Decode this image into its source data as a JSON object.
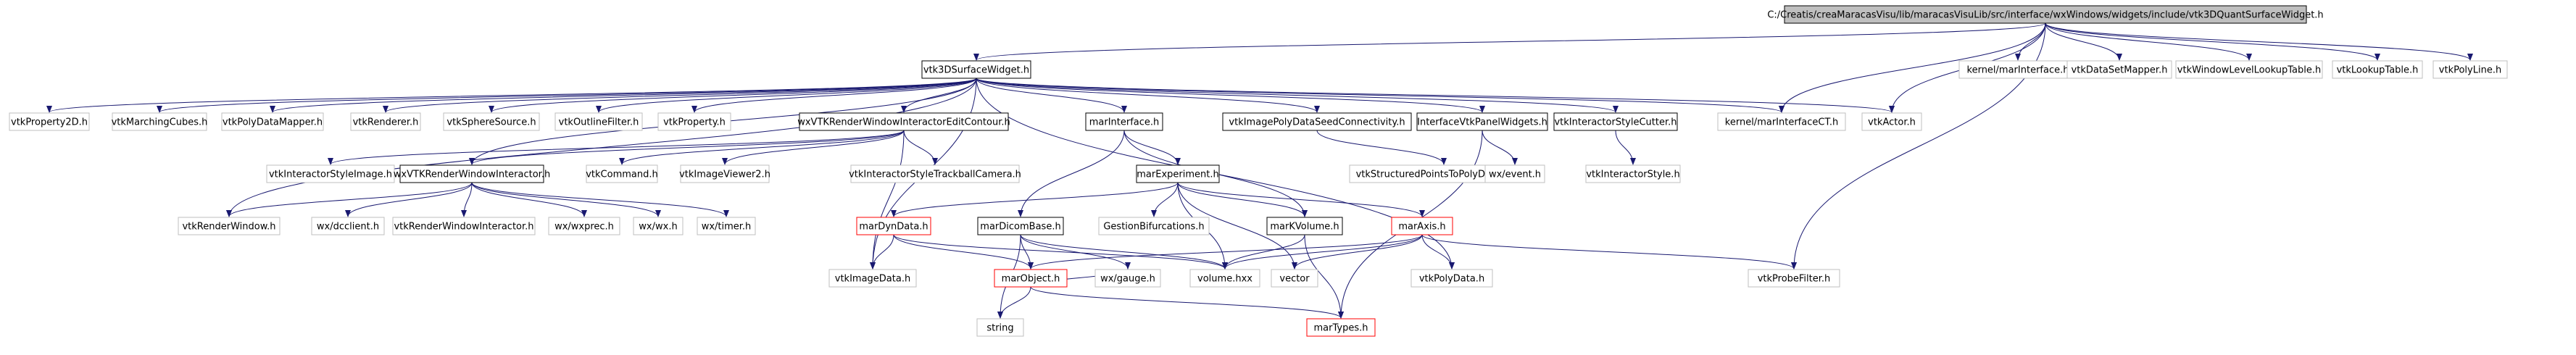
{
  "colors": {
    "edge": "#191970",
    "root_fill": "#bfbfbf",
    "border_black": "#000000",
    "border_gray": "#bfbfbf",
    "border_red": "#ff0000",
    "text": "#000000"
  },
  "nodes": [
    {
      "id": "root",
      "label": "C:/Creatis/creaMaracasVisu/lib/maracasVisuLib/src/interface/wxWindows/widgets/include/vtk3DQuantSurfaceWidget.h",
      "style": "root"
    },
    {
      "id": "vtk3DSurfaceWidget",
      "label": "vtk3DSurfaceWidget.h",
      "style": "black"
    },
    {
      "id": "kernelMarInterface",
      "label": "kernel/marInterface.h",
      "style": "gray"
    },
    {
      "id": "vtkDataSetMapper",
      "label": "vtkDataSetMapper.h",
      "style": "gray"
    },
    {
      "id": "vtkWindowLevelLookupTable",
      "label": "vtkWindowLevelLookupTable.h",
      "style": "gray"
    },
    {
      "id": "vtkLookupTable",
      "label": "vtkLookupTable.h",
      "style": "gray"
    },
    {
      "id": "vtkPolyLine",
      "label": "vtkPolyLine.h",
      "style": "gray"
    },
    {
      "id": "vtkProperty2D",
      "label": "vtkProperty2D.h",
      "style": "gray"
    },
    {
      "id": "vtkMarchingCubes",
      "label": "vtkMarchingCubes.h",
      "style": "gray"
    },
    {
      "id": "vtkPolyDataMapper",
      "label": "vtkPolyDataMapper.h",
      "style": "gray"
    },
    {
      "id": "vtkRenderer",
      "label": "vtkRenderer.h",
      "style": "gray"
    },
    {
      "id": "vtkSphereSource",
      "label": "vtkSphereSource.h",
      "style": "gray"
    },
    {
      "id": "vtkOutlineFilter",
      "label": "vtkOutlineFilter.h",
      "style": "gray"
    },
    {
      "id": "vtkProperty",
      "label": "vtkProperty.h",
      "style": "gray"
    },
    {
      "id": "wxVTKEditContour",
      "label": "wxVTKRenderWindowInteractorEditContour.h",
      "style": "black"
    },
    {
      "id": "marInterface",
      "label": "marInterface.h",
      "style": "black"
    },
    {
      "id": "vtkImagePolyDataSeed",
      "label": "vtkImagePolyDataSeedConnectivity.h",
      "style": "black"
    },
    {
      "id": "interfaceVtkPanel",
      "label": "InterfaceVtkPanelWidgets.h",
      "style": "black"
    },
    {
      "id": "vtkInteractorStyleCutter",
      "label": "vtkInteractorStyleCutter.h",
      "style": "black"
    },
    {
      "id": "kernelMarInterfaceCT",
      "label": "kernel/marInterfaceCT.h",
      "style": "gray"
    },
    {
      "id": "vtkActor",
      "label": "vtkActor.h",
      "style": "gray"
    },
    {
      "id": "vtkInteractorStyleImage",
      "label": "vtkInteractorStyleImage.h",
      "style": "gray"
    },
    {
      "id": "wxVTKRWI",
      "label": "wxVTKRenderWindowInteractor.h",
      "style": "black"
    },
    {
      "id": "vtkCommand",
      "label": "vtkCommand.h",
      "style": "gray"
    },
    {
      "id": "vtkImageViewer2",
      "label": "vtkImageViewer2.h",
      "style": "gray"
    },
    {
      "id": "vtkInteractorStyleTrackballCamera",
      "label": "vtkInteractorStyleTrackballCamera.h",
      "style": "gray"
    },
    {
      "id": "marExperiment",
      "label": "marExperiment.h",
      "style": "black"
    },
    {
      "id": "vtkStructuredPointsToPolyDataFilter",
      "label": "vtkStructuredPointsToPolyDataFilter.h",
      "style": "gray"
    },
    {
      "id": "wxEvent",
      "label": "wx/event.h",
      "style": "gray"
    },
    {
      "id": "vtkInteractorStyle",
      "label": "vtkInteractorStyle.h",
      "style": "gray"
    },
    {
      "id": "vtkRenderWindow",
      "label": "vtkRenderWindow.h",
      "style": "gray"
    },
    {
      "id": "wxDcclient",
      "label": "wx/dcclient.h",
      "style": "gray"
    },
    {
      "id": "vtkRenderWindowInteractor",
      "label": "vtkRenderWindowInteractor.h",
      "style": "gray"
    },
    {
      "id": "wxWxprec",
      "label": "wx/wxprec.h",
      "style": "gray"
    },
    {
      "id": "wxWx",
      "label": "wx/wx.h",
      "style": "gray"
    },
    {
      "id": "wxTimer",
      "label": "wx/timer.h",
      "style": "gray"
    },
    {
      "id": "marDynData",
      "label": "marDynData.h",
      "style": "red"
    },
    {
      "id": "marDicomBase",
      "label": "marDicomBase.h",
      "style": "black"
    },
    {
      "id": "gestionBifurcations",
      "label": "GestionBifurcations.h",
      "style": "gray"
    },
    {
      "id": "marKVolume",
      "label": "marKVolume.h",
      "style": "black"
    },
    {
      "id": "marAxis",
      "label": "marAxis.h",
      "style": "red"
    },
    {
      "id": "vtkImageData",
      "label": "vtkImageData.h",
      "style": "gray"
    },
    {
      "id": "marObject",
      "label": "marObject.h",
      "style": "red"
    },
    {
      "id": "wxGauge",
      "label": "wx/gauge.h",
      "style": "gray"
    },
    {
      "id": "volumeHxx",
      "label": "volume.hxx",
      "style": "gray"
    },
    {
      "id": "vector",
      "label": "vector",
      "style": "gray"
    },
    {
      "id": "vtkPolyData",
      "label": "vtkPolyData.h",
      "style": "gray"
    },
    {
      "id": "vtkProbeFilter",
      "label": "vtkProbeFilter.h",
      "style": "gray"
    },
    {
      "id": "string",
      "label": "string",
      "style": "gray"
    },
    {
      "id": "marTypes",
      "label": "marTypes.h",
      "style": "red"
    }
  ],
  "edges": [
    [
      "root",
      "vtk3DSurfaceWidget"
    ],
    [
      "root",
      "kernelMarInterfaceCT"
    ],
    [
      "root",
      "vtkActor"
    ],
    [
      "root",
      "vtkProbeFilter"
    ],
    [
      "root",
      "kernelMarInterface"
    ],
    [
      "root",
      "vtkDataSetMapper"
    ],
    [
      "root",
      "vtkWindowLevelLookupTable"
    ],
    [
      "root",
      "vtkLookupTable"
    ],
    [
      "root",
      "vtkPolyLine"
    ],
    [
      "vtk3DSurfaceWidget",
      "vtkProperty2D"
    ],
    [
      "vtk3DSurfaceWidget",
      "vtkMarchingCubes"
    ],
    [
      "vtk3DSurfaceWidget",
      "vtkPolyDataMapper"
    ],
    [
      "vtk3DSurfaceWidget",
      "vtkRenderer"
    ],
    [
      "vtk3DSurfaceWidget",
      "vtkSphereSource"
    ],
    [
      "vtk3DSurfaceWidget",
      "vtkOutlineFilter"
    ],
    [
      "vtk3DSurfaceWidget",
      "vtkProperty"
    ],
    [
      "vtk3DSurfaceWidget",
      "wxVTKEditContour"
    ],
    [
      "vtk3DSurfaceWidget",
      "marInterface"
    ],
    [
      "vtk3DSurfaceWidget",
      "vtkImagePolyDataSeed"
    ],
    [
      "vtk3DSurfaceWidget",
      "interfaceVtkPanel"
    ],
    [
      "vtk3DSurfaceWidget",
      "vtkInteractorStyleCutter"
    ],
    [
      "vtk3DSurfaceWidget",
      "kernelMarInterfaceCT"
    ],
    [
      "vtk3DSurfaceWidget",
      "vtkActor"
    ],
    [
      "vtk3DSurfaceWidget",
      "wxVTKRWI"
    ],
    [
      "vtk3DSurfaceWidget",
      "vtkRenderWindow"
    ],
    [
      "vtk3DSurfaceWidget",
      "vtkImageData"
    ],
    [
      "vtk3DSurfaceWidget",
      "vtkPolyData"
    ],
    [
      "wxVTKEditContour",
      "vtkInteractorStyleImage"
    ],
    [
      "wxVTKEditContour",
      "wxVTKRWI"
    ],
    [
      "wxVTKEditContour",
      "vtkCommand"
    ],
    [
      "wxVTKEditContour",
      "vtkImageViewer2"
    ],
    [
      "wxVTKEditContour",
      "vtkInteractorStyleTrackballCamera"
    ],
    [
      "wxVTKEditContour",
      "vtkImageData"
    ],
    [
      "marInterface",
      "marExperiment"
    ],
    [
      "marInterface",
      "marDicomBase"
    ],
    [
      "marInterface",
      "marKVolume"
    ],
    [
      "vtkImagePolyDataSeed",
      "vtkStructuredPointsToPolyDataFilter"
    ],
    [
      "interfaceVtkPanel",
      "wxEvent"
    ],
    [
      "interfaceVtkPanel",
      "marTypes"
    ],
    [
      "vtkInteractorStyleCutter",
      "vtkInteractorStyle"
    ],
    [
      "wxVTKRWI",
      "vtkRenderWindow"
    ],
    [
      "wxVTKRWI",
      "wxDcclient"
    ],
    [
      "wxVTKRWI",
      "vtkRenderWindowInteractor"
    ],
    [
      "wxVTKRWI",
      "wxWxprec"
    ],
    [
      "wxVTKRWI",
      "wxWx"
    ],
    [
      "wxVTKRWI",
      "wxTimer"
    ],
    [
      "marExperiment",
      "marDynData"
    ],
    [
      "marExperiment",
      "gestionBifurcations"
    ],
    [
      "marExperiment",
      "marKVolume"
    ],
    [
      "marExperiment",
      "marAxis"
    ],
    [
      "marExperiment",
      "volumeHxx"
    ],
    [
      "marExperiment",
      "vector"
    ],
    [
      "marDynData",
      "vtkImageData"
    ],
    [
      "marDynData",
      "marObject"
    ],
    [
      "marDynData",
      "volumeHxx"
    ],
    [
      "marDicomBase",
      "marObject"
    ],
    [
      "marDicomBase",
      "wxGauge"
    ],
    [
      "marDicomBase",
      "volumeHxx"
    ],
    [
      "marDicomBase",
      "string"
    ],
    [
      "marKVolume",
      "volumeHxx"
    ],
    [
      "marKVolume",
      "marTypes"
    ],
    [
      "marAxis",
      "marObject"
    ],
    [
      "marAxis",
      "vtkPolyData"
    ],
    [
      "marAxis",
      "vtkProbeFilter"
    ],
    [
      "marAxis",
      "vector"
    ],
    [
      "marAxis",
      "volumeHxx"
    ],
    [
      "marObject",
      "string"
    ],
    [
      "marObject",
      "marTypes"
    ],
    [
      "marObject",
      "wxGauge"
    ]
  ]
}
